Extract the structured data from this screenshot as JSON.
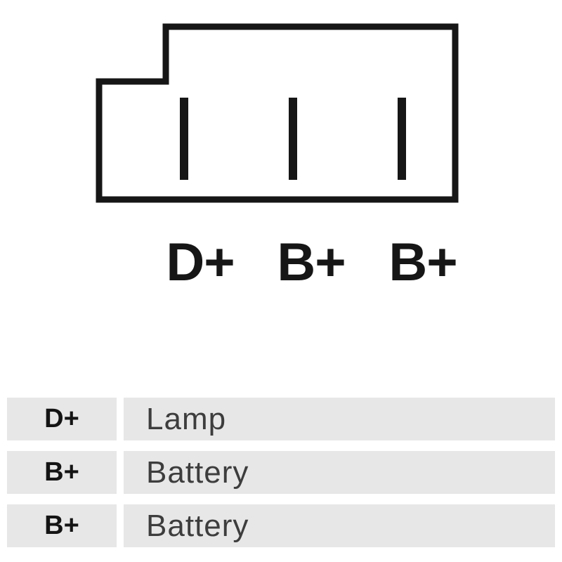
{
  "diagram": {
    "pin_labels": [
      "D+",
      "B+",
      "B+"
    ]
  },
  "table": {
    "rows": [
      {
        "pin": "D+",
        "function": "Lamp"
      },
      {
        "pin": "B+",
        "function": "Battery"
      },
      {
        "pin": "B+",
        "function": "Battery"
      }
    ]
  },
  "colors": {
    "outline": "#161616",
    "terminal": "#161616",
    "row_background": "#e7e7e7",
    "function_text": "#3d3d3d"
  }
}
